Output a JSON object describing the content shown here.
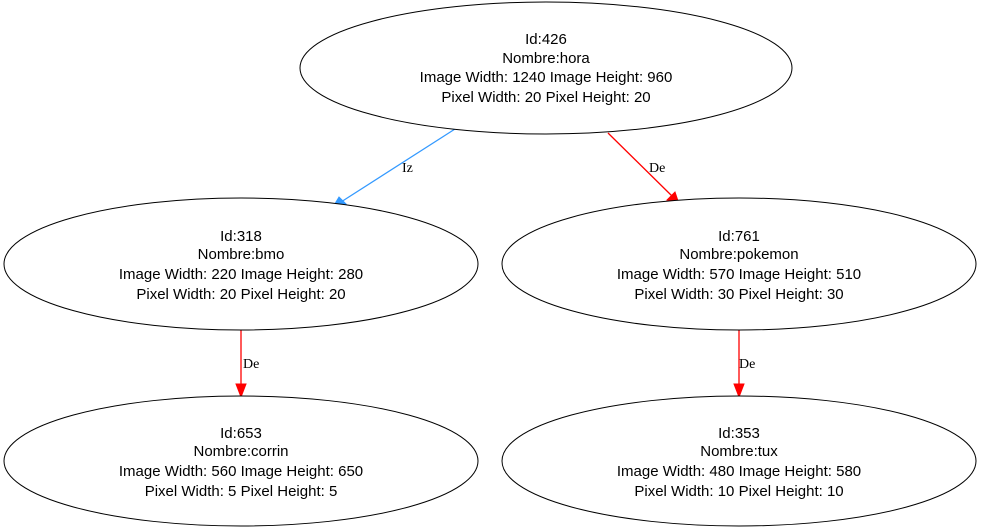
{
  "colors": {
    "izquierda": "#3399ff",
    "derecha": "#ff0000",
    "node_stroke": "#000000"
  },
  "nodes": [
    {
      "key": "n426",
      "lines": [
        "Id:426",
        "Nombre:hora",
        "Image Width: 1240 Image Height: 960",
        "Pixel Width: 20 Pixel Height: 20"
      ]
    },
    {
      "key": "n318",
      "lines": [
        "Id:318",
        "Nombre:bmo",
        "Image Width: 220 Image Height: 280",
        "Pixel Width: 20 Pixel Height: 20"
      ]
    },
    {
      "key": "n761",
      "lines": [
        "Id:761",
        "Nombre:pokemon",
        "Image Width: 570 Image Height: 510",
        "Pixel Width: 30 Pixel Height: 30"
      ]
    },
    {
      "key": "n653",
      "lines": [
        "Id:653",
        "Nombre:corrin",
        "Image Width: 560 Image Height: 650",
        "Pixel Width: 5 Pixel Height: 5"
      ]
    },
    {
      "key": "n353",
      "lines": [
        "Id:353",
        "Nombre:tux",
        "Image Width: 480 Image Height: 580",
        "Pixel Width: 10 Pixel Height: 10"
      ]
    }
  ],
  "edges": [
    {
      "key": "e-426-318",
      "from": "n426",
      "to": "n318",
      "label": "Iz",
      "color": "#3399ff"
    },
    {
      "key": "e-426-761",
      "from": "n426",
      "to": "n761",
      "label": "De",
      "color": "#ff0000"
    },
    {
      "key": "e-318-653",
      "from": "n318",
      "to": "n653",
      "label": "De",
      "color": "#ff0000"
    },
    {
      "key": "e-761-353",
      "from": "n761",
      "to": "n353",
      "label": "De",
      "color": "#ff0000"
    }
  ]
}
